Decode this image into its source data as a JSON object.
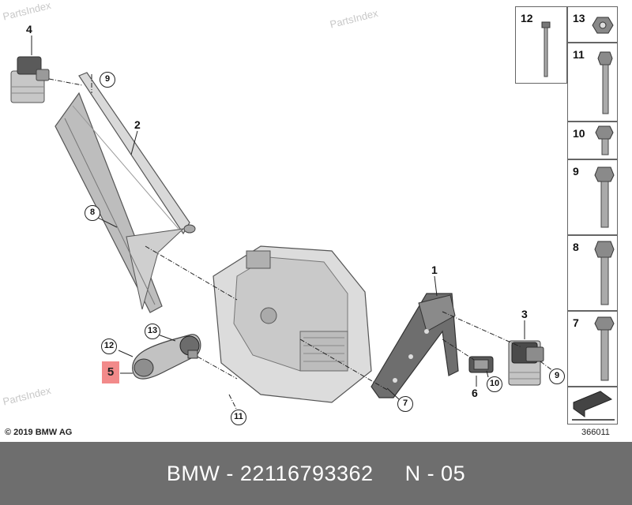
{
  "watermarks": [
    "PartsIndex",
    "PartsIndex",
    "PartsIndex"
  ],
  "callouts": {
    "c1": "1",
    "c2": "2",
    "c3": "3",
    "c4": "4",
    "c5": "5",
    "c6": "6",
    "c7": "7",
    "c8": "8",
    "c9a": "9",
    "c9b": "9",
    "c10": "10",
    "c11": "11",
    "c12": "12",
    "c13": "13"
  },
  "panel": {
    "p12": "12",
    "p13": "13",
    "p11": "11",
    "p10": "10",
    "p9": "9",
    "p8": "8",
    "p7": "7"
  },
  "copyright": "© 2019 BMW AG",
  "diagram_number": "366011",
  "footer": {
    "brand": "BMW",
    "part_number": "22116793362",
    "position": "N - 05",
    "line": "BMW - 22116793362     N - 05"
  },
  "colors": {
    "highlight": "#f28a8a",
    "footer_bg": "#6e6e6e",
    "footer_text": "#ffffff"
  }
}
